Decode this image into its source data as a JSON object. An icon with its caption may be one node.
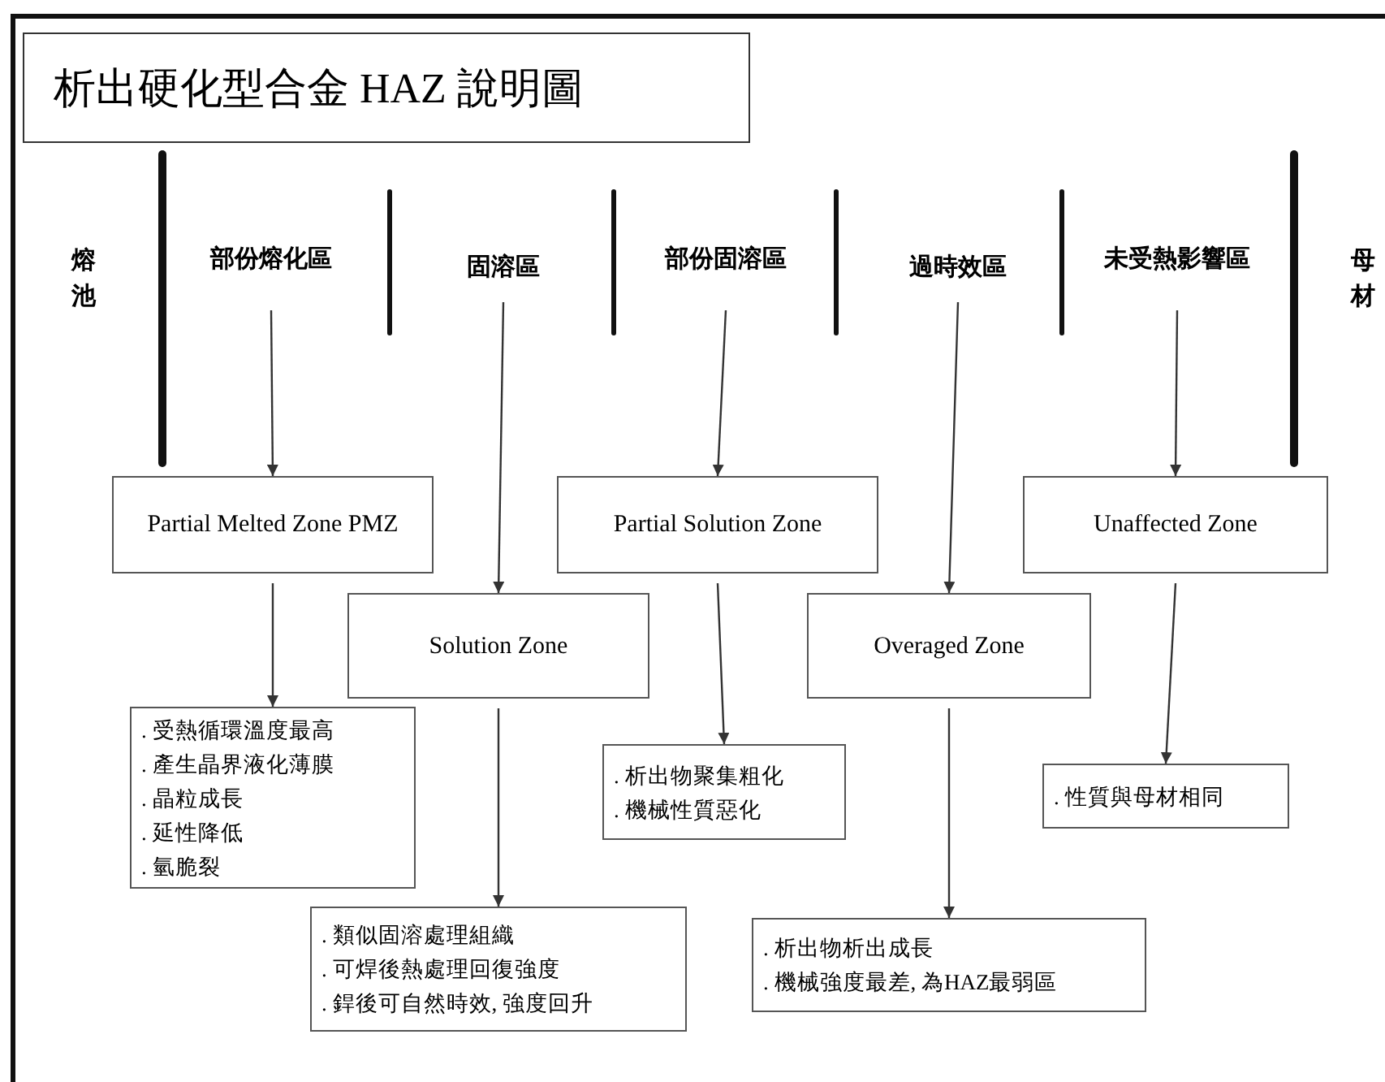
{
  "diagram": {
    "title": "析出硬化型合金 HAZ 說明圖",
    "nodes": [
      {
        "text": [
          "部份熔化區"
        ]
      },
      {
        "text": [
          "固溶區"
        ]
      },
      {
        "text": [
          "部份固溶區"
        ]
      },
      {
        "text": [
          "過時效區"
        ]
      },
      {
        "text": [
          "未受熱影響區"
        ]
      },
      {
        "text": [
          "Partial Melted Zone PMZ"
        ]
      },
      {
        "text": [
          "Partial Solution Zone"
        ]
      },
      {
        "text": [
          "Unaffected Zone"
        ]
      },
      {
        "text": [
          "Solution Zone"
        ]
      },
      {
        "text": [
          "Overaged Zone"
        ]
      },
      {
        "text": [
          ". 受熱循環溫度最高",
          ". 產生晶界液化薄膜",
          ". 晶粒成長",
          ". 延性降低",
          ". 氫脆裂"
        ]
      },
      {
        "text": [
          ". 析出物聚集粗化",
          ". 機械性質惡化"
        ]
      },
      {
        "text": [
          ". 性質與母材相同"
        ]
      },
      {
        "text": [
          ". 類似固溶處理組織",
          ". 可焊後熱處理回復強度",
          ". 銲後可自然時效, 強度回升"
        ]
      },
      {
        "text": [
          ". 析出物析出成長",
          ". 機械強度最差, 為HAZ最弱區"
        ]
      }
    ],
    "edges": [
      {
        "from": 0,
        "to": 5,
        "arrow": "to"
      },
      {
        "from": 1,
        "to": 8,
        "arrow": "to"
      },
      {
        "from": 2,
        "to": 6,
        "arrow": "to"
      },
      {
        "from": 3,
        "to": 9,
        "arrow": "to"
      },
      {
        "from": 4,
        "to": 7,
        "arrow": "to"
      },
      {
        "from": 5,
        "to": 10,
        "arrow": "to"
      },
      {
        "from": 6,
        "to": 11,
        "arrow": "to"
      },
      {
        "from": 7,
        "to": 12,
        "arrow": "to"
      },
      {
        "from": 8,
        "to": 13,
        "arrow": "to"
      },
      {
        "from": 9,
        "to": 14,
        "arrow": "to"
      }
    ],
    "labels": [
      "熔池",
      "母材"
    ]
  }
}
